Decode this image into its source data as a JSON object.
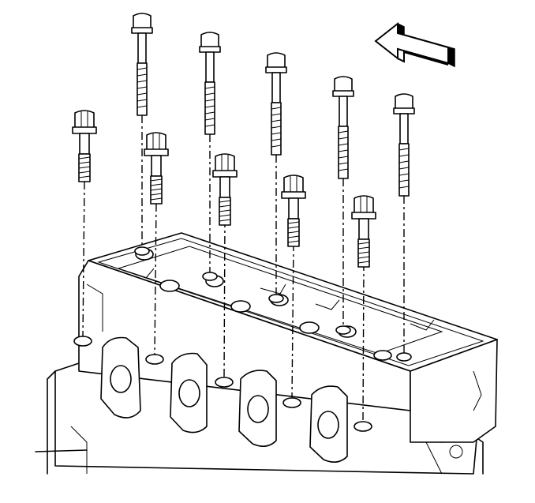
{
  "figure": {
    "subject": "cylinder-head-bolt-installation",
    "long_bolt_count": 5,
    "short_bolt_count": 5,
    "arrow_direction": "front-of-engine"
  },
  "colors": {
    "line": "#000000",
    "background": "#ffffff"
  }
}
